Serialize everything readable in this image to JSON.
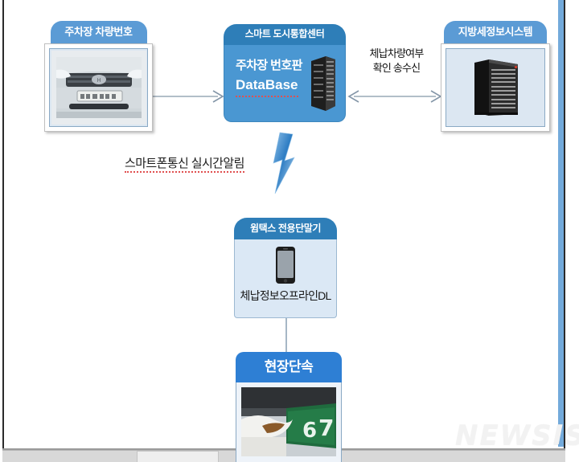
{
  "diagram": {
    "title_watermark": "NEWSIS",
    "colors": {
      "header_blue": "#5b9bd5",
      "center_header_blue": "#2e7eb8",
      "center_body_blue": "#4a97d2",
      "bottom_header_blue": "#2e7fd4",
      "photo_fill": "#dce7f2",
      "arrow_gray": "#8496a8",
      "spellcheck_red": "#e05050"
    },
    "nodes": [
      {
        "id": "parking-vehicle-number",
        "header": "주차장 차량번호",
        "image_alt": "car-front-license-plate-photo",
        "body_text": ""
      },
      {
        "id": "smart-city-center",
        "header": "스마트 도시통합센터",
        "body_line1": "주차장 번호판",
        "body_line2": "DataBase",
        "image_alt": "server-rack-icon"
      },
      {
        "id": "local-tax-system",
        "header": "지방세정보시스템",
        "image_alt": "server-cabinet-photo",
        "body_text": ""
      },
      {
        "id": "wetax-terminal",
        "header": "윔택스 전용단말기",
        "image_alt": "smartphone-icon",
        "body_text": "체납정보오프라인DL"
      },
      {
        "id": "field-enforcement",
        "header": "현장단속",
        "image_alt": "hands-on-green-license-plate-photo",
        "body_text": ""
      }
    ],
    "edges": [
      {
        "id": "parking-to-center",
        "label": "",
        "direction": "right"
      },
      {
        "id": "center-to-tax",
        "label_line1": "체납차량여부",
        "label_line2": "확인 송수신",
        "direction": "bidirectional"
      },
      {
        "id": "center-to-terminal",
        "label": "스마트폰통신 실시간알림",
        "direction": "lightning"
      },
      {
        "id": "terminal-to-field",
        "label": "",
        "direction": "down"
      }
    ]
  }
}
